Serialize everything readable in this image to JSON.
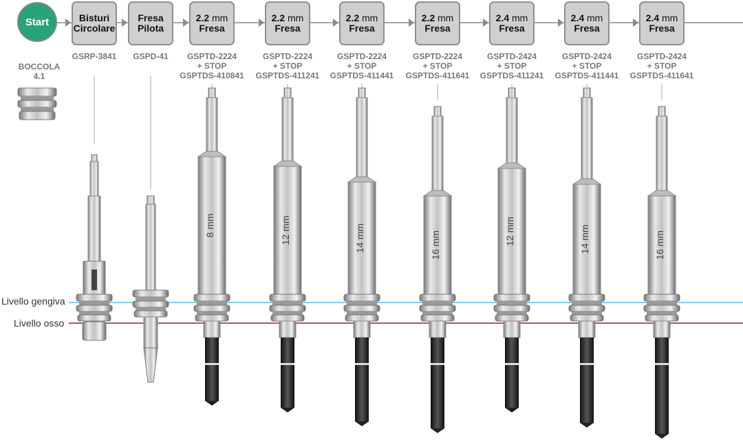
{
  "start_label": "Start",
  "steps": [
    {
      "line1": "Bisturi",
      "unit1": "",
      "line2": "Circolare"
    },
    {
      "line1": "Fresa",
      "unit1": "",
      "line2": "Pilota"
    },
    {
      "line1": "2.2",
      "unit1": "mm",
      "line2": "Fresa"
    },
    {
      "line1": "2.2",
      "unit1": "mm",
      "line2": "Fresa"
    },
    {
      "line1": "2.2",
      "unit1": "mm",
      "line2": "Fresa"
    },
    {
      "line1": "2.2",
      "unit1": "mm",
      "line2": "Fresa"
    },
    {
      "line1": "2.4",
      "unit1": "mm",
      "line2": "Fresa"
    },
    {
      "line1": "2.4",
      "unit1": "mm",
      "line2": "Fresa"
    },
    {
      "line1": "2.4",
      "unit1": "mm",
      "line2": "Fresa"
    }
  ],
  "codes": [
    [
      "BOCCOLA",
      "4.1"
    ],
    [
      "GSRP-3841"
    ],
    [
      "GSPD-41"
    ],
    [
      "GSPTD-2224",
      "+ STOP",
      "GSPTDS-410841"
    ],
    [
      "GSPTD-2224",
      "+ STOP",
      "GSPTDS-411241"
    ],
    [
      "GSPTD-2224",
      "+ STOP",
      "GSPTDS-411441"
    ],
    [
      "GSPTD-2224",
      "+ STOP",
      "GSPTDS-411641"
    ],
    [
      "GSPTD-2424",
      "+ STOP",
      "GSPTDS-411241"
    ],
    [
      "GSPTD-2424",
      "+ STOP",
      "GSPTDS-411441"
    ],
    [
      "GSPTD-2424",
      "+ STOP",
      "GSPTDS-411641"
    ]
  ],
  "drill_depths": [
    "8 mm",
    "12 mm",
    "14 mm",
    "16 mm",
    "12 mm",
    "14 mm",
    "16 mm"
  ],
  "levels": {
    "gum": "Livello gengiva",
    "bone": "Livello osso"
  },
  "colors": {
    "start": "#2aa37b",
    "step_fill": "#cfcfcf",
    "gum_line": "#5bb8e0",
    "bone_line": "#8a2433",
    "code_text": "#777777"
  }
}
